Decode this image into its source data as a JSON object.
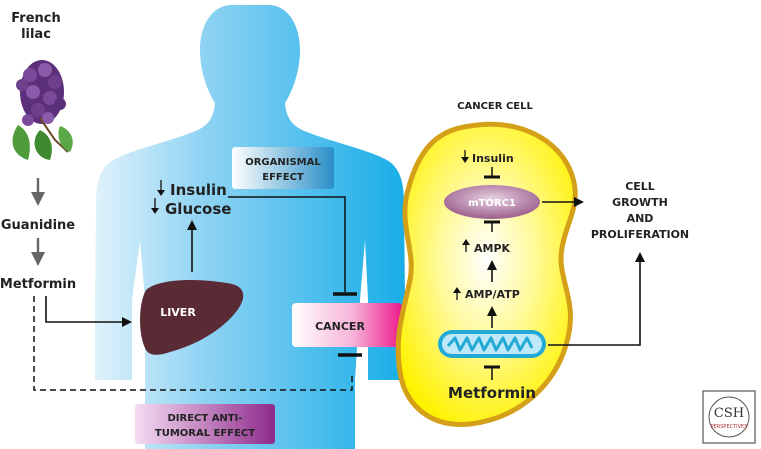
{
  "left_column": {
    "plant_label_line1": "French",
    "plant_label_line2": "lilac",
    "guanidine": "Guanidine",
    "metformin": "Metformin"
  },
  "body": {
    "insulin": "Insulin",
    "glucose": "Glucose",
    "liver": "LIVER",
    "organismal_effect_line1": "ORGANISMAL",
    "organismal_effect_line2": "EFFECT",
    "cancer": "CANCER",
    "direct_effect_line1": "DIRECT ANTI-",
    "direct_effect_line2": "TUMORAL EFFECT"
  },
  "cancer_cell": {
    "title": "CANCER CELL",
    "insulin": "Insulin",
    "mtorc1": "mTORC1",
    "ampk": "AMPK",
    "amp_atp": "AMP/ATP",
    "metformin": "Metformin"
  },
  "outcome": {
    "line1": "CELL",
    "line2": "GROWTH",
    "line3": "AND",
    "line4": "PROLIFERATION"
  },
  "logo": {
    "text": "CSH",
    "subtext": "PERSPECTIVES"
  },
  "colors": {
    "body_blue": "#2fb5ea",
    "cell_yellow": "#fff34a",
    "cell_border": "#d4a017",
    "liver": "#5a2a35",
    "mtorc1": "#a86c96",
    "mitochondrion": "#23a9d6",
    "cancer_box": "#ec1a8b",
    "direct_box": "#8e2b8c",
    "organismal_box": "#2a8fc7"
  }
}
